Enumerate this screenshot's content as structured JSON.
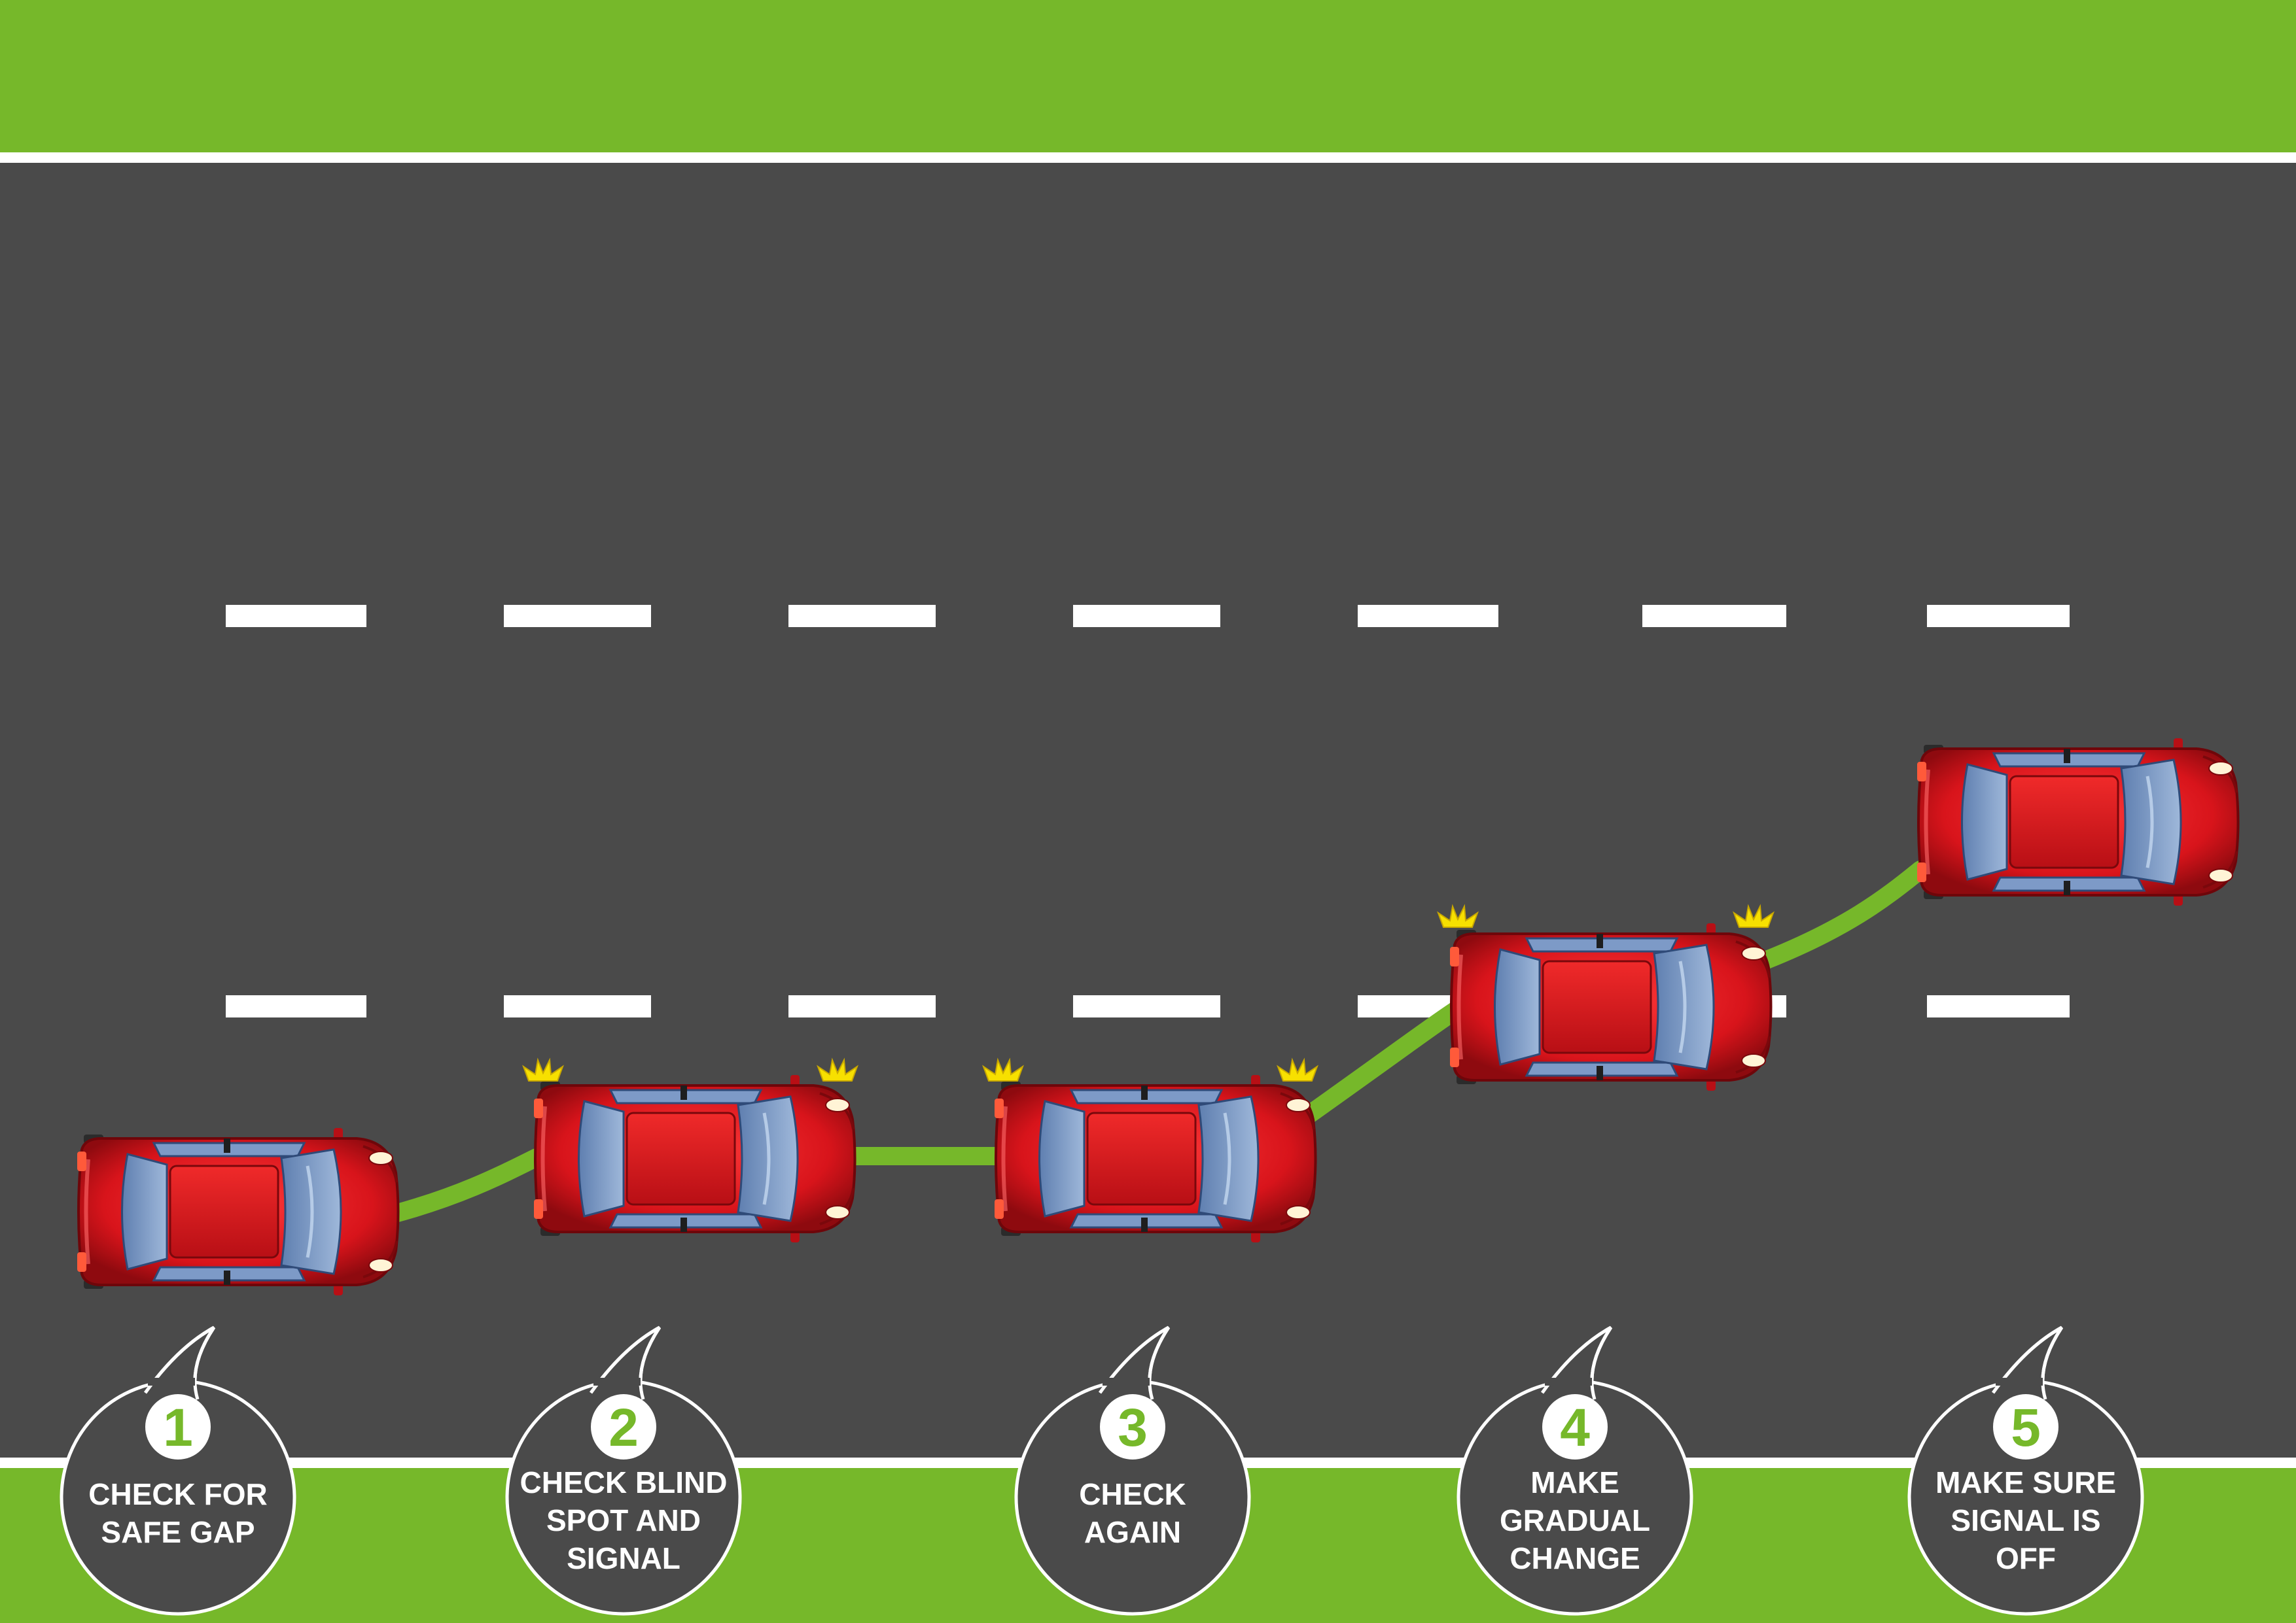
{
  "colors": {
    "grass": "#76b82a",
    "road": "#4a4a4a",
    "marking": "#ffffff",
    "path": "#76b82a",
    "car_body": "#d8141b",
    "car_glass": "#6f8fbf",
    "signal_light": "#f7e000",
    "bubble": "#4a4a4a",
    "number_circle": "#ffffff",
    "number_text": "#76b82a"
  },
  "steps": [
    {
      "number": "1",
      "label": "CHECK FOR\nSAFE GAP",
      "signal_on": false
    },
    {
      "number": "2",
      "label": "CHECK BLIND\nSPOT AND\nSIGNAL",
      "signal_on": true
    },
    {
      "number": "3",
      "label": "CHECK\nAGAIN",
      "signal_on": true
    },
    {
      "number": "4",
      "label": "MAKE\nGRADUAL\nCHANGE",
      "signal_on": true
    },
    {
      "number": "5",
      "label": "MAKE SURE\nSIGNAL IS\nOFF",
      "signal_on": false
    }
  ]
}
